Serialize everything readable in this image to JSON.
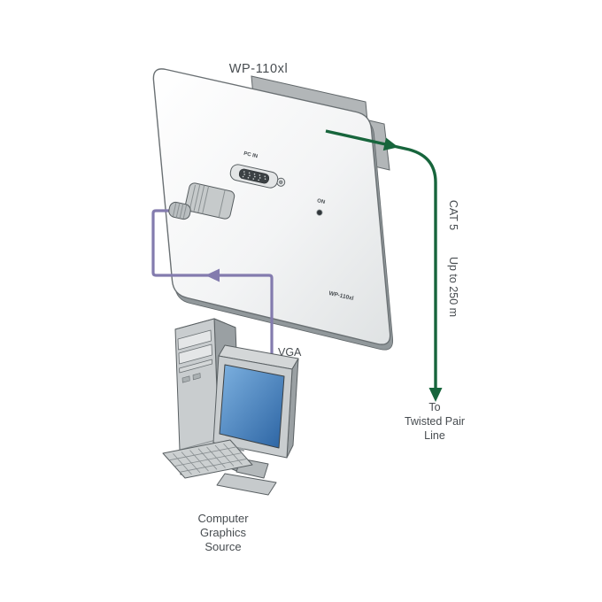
{
  "diagram_title": "WP-110xl",
  "device": {
    "model_label": "WP-110xl",
    "ports": {
      "pc_in": "PC IN",
      "power_led": "ON"
    }
  },
  "connections": {
    "cat5": {
      "type_label": "CAT 5",
      "distance_label": "Up to 250 m",
      "color": "#17653C",
      "destination_lines": [
        "To",
        "Twisted Pair",
        "Line"
      ]
    },
    "vga": {
      "label": "VGA",
      "color": "#837BAE",
      "source_lines": [
        "Computer",
        "Graphics",
        "Source"
      ]
    }
  }
}
